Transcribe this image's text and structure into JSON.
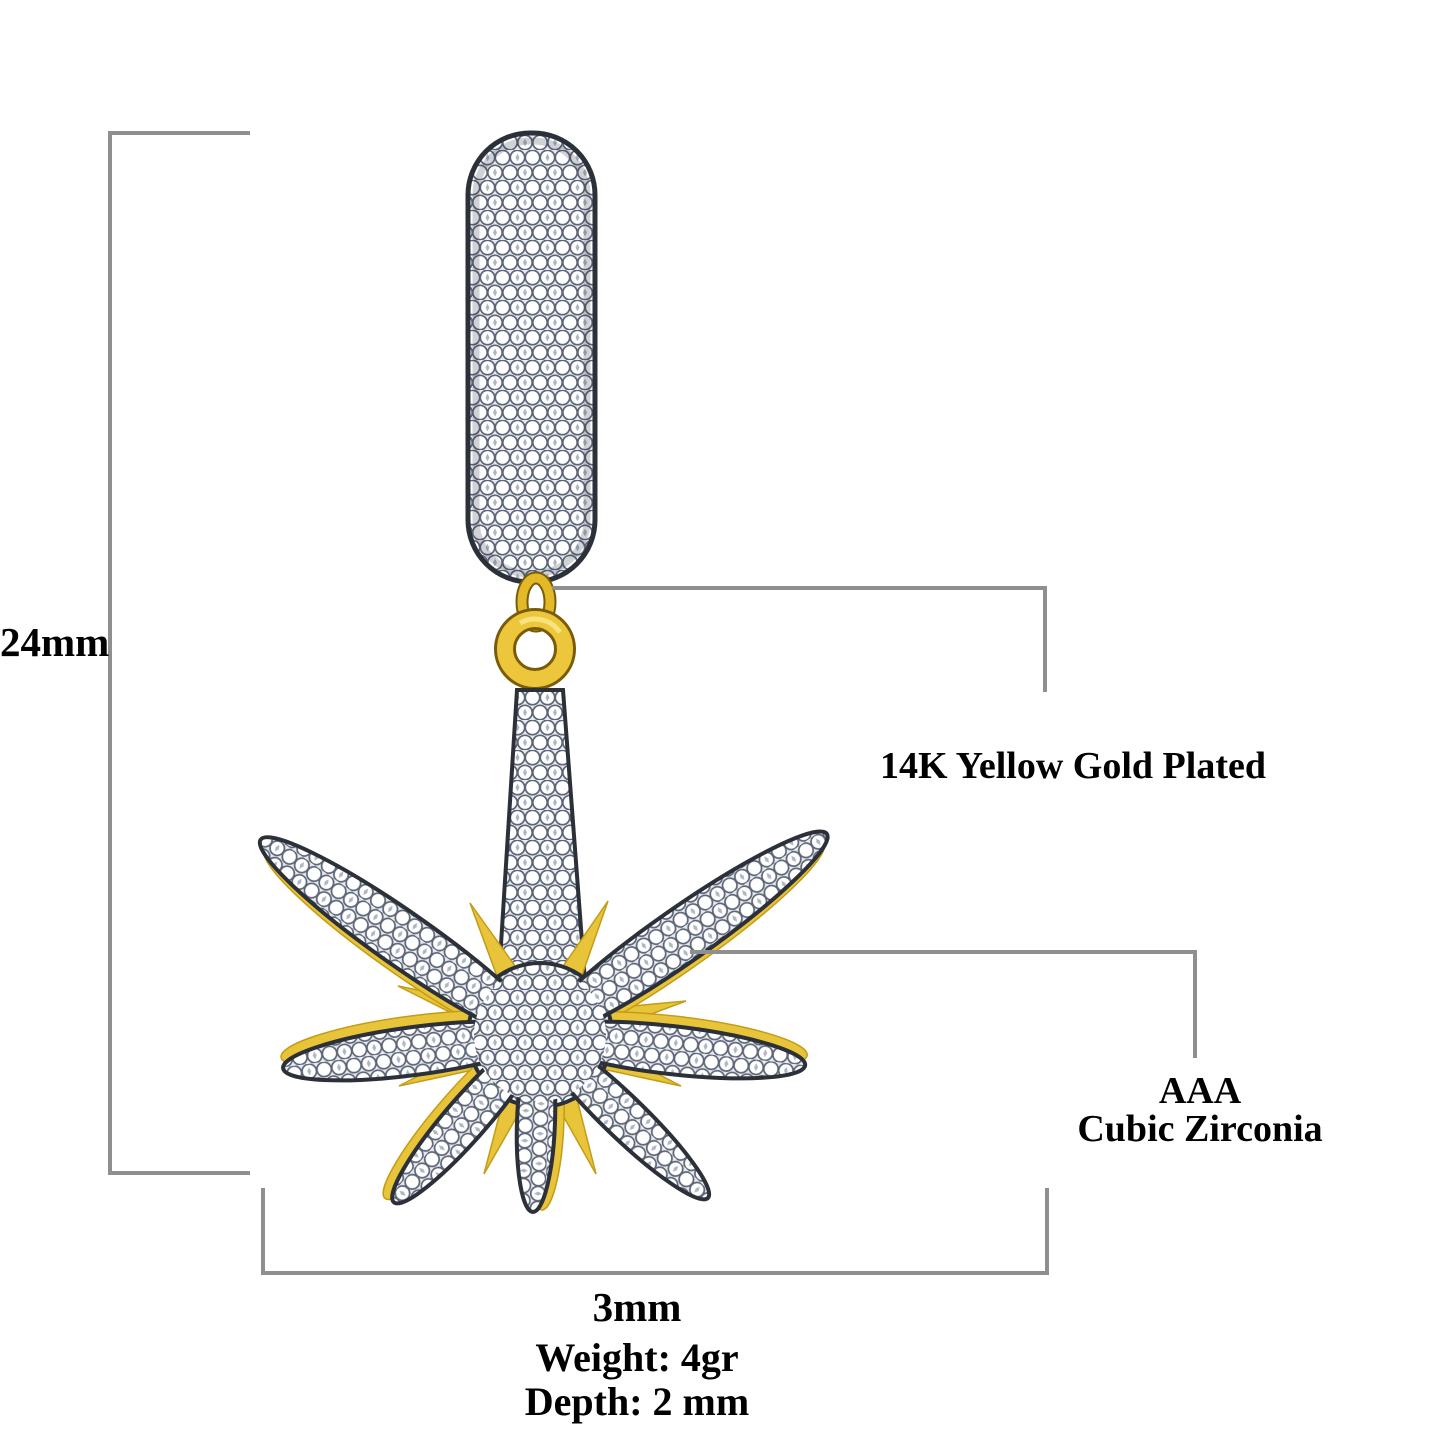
{
  "annotations": {
    "height_label": "24mm",
    "width_label": "3mm",
    "material_label": "14K Yellow Gold Plated",
    "stone_grade_label": "AAA",
    "stone_type_label": "Cubic Zirconia",
    "weight_label": "Weight: 4gr",
    "depth_label": "Depth: 2 mm"
  },
  "measurements": {
    "height_mm": 24,
    "width_mm": 3,
    "weight_gr": 4,
    "depth_mm": 2
  },
  "illustration": {
    "subject": "cz-pave-cannabis-leaf-dangle-earring",
    "parts": [
      "pave-huggie-hoop",
      "gold-bail",
      "gold-connector-ring",
      "pave-stem",
      "pave-cannabis-leaf"
    ]
  },
  "colors": {
    "background": "#ffffff",
    "leader_line": "#8f8f8f",
    "label_text": "#000000",
    "gold_accent": "#e8c43a",
    "stone_fill": "#ffffff",
    "stone_outline": "#5d6576",
    "metal_outline": "#2c3038"
  }
}
